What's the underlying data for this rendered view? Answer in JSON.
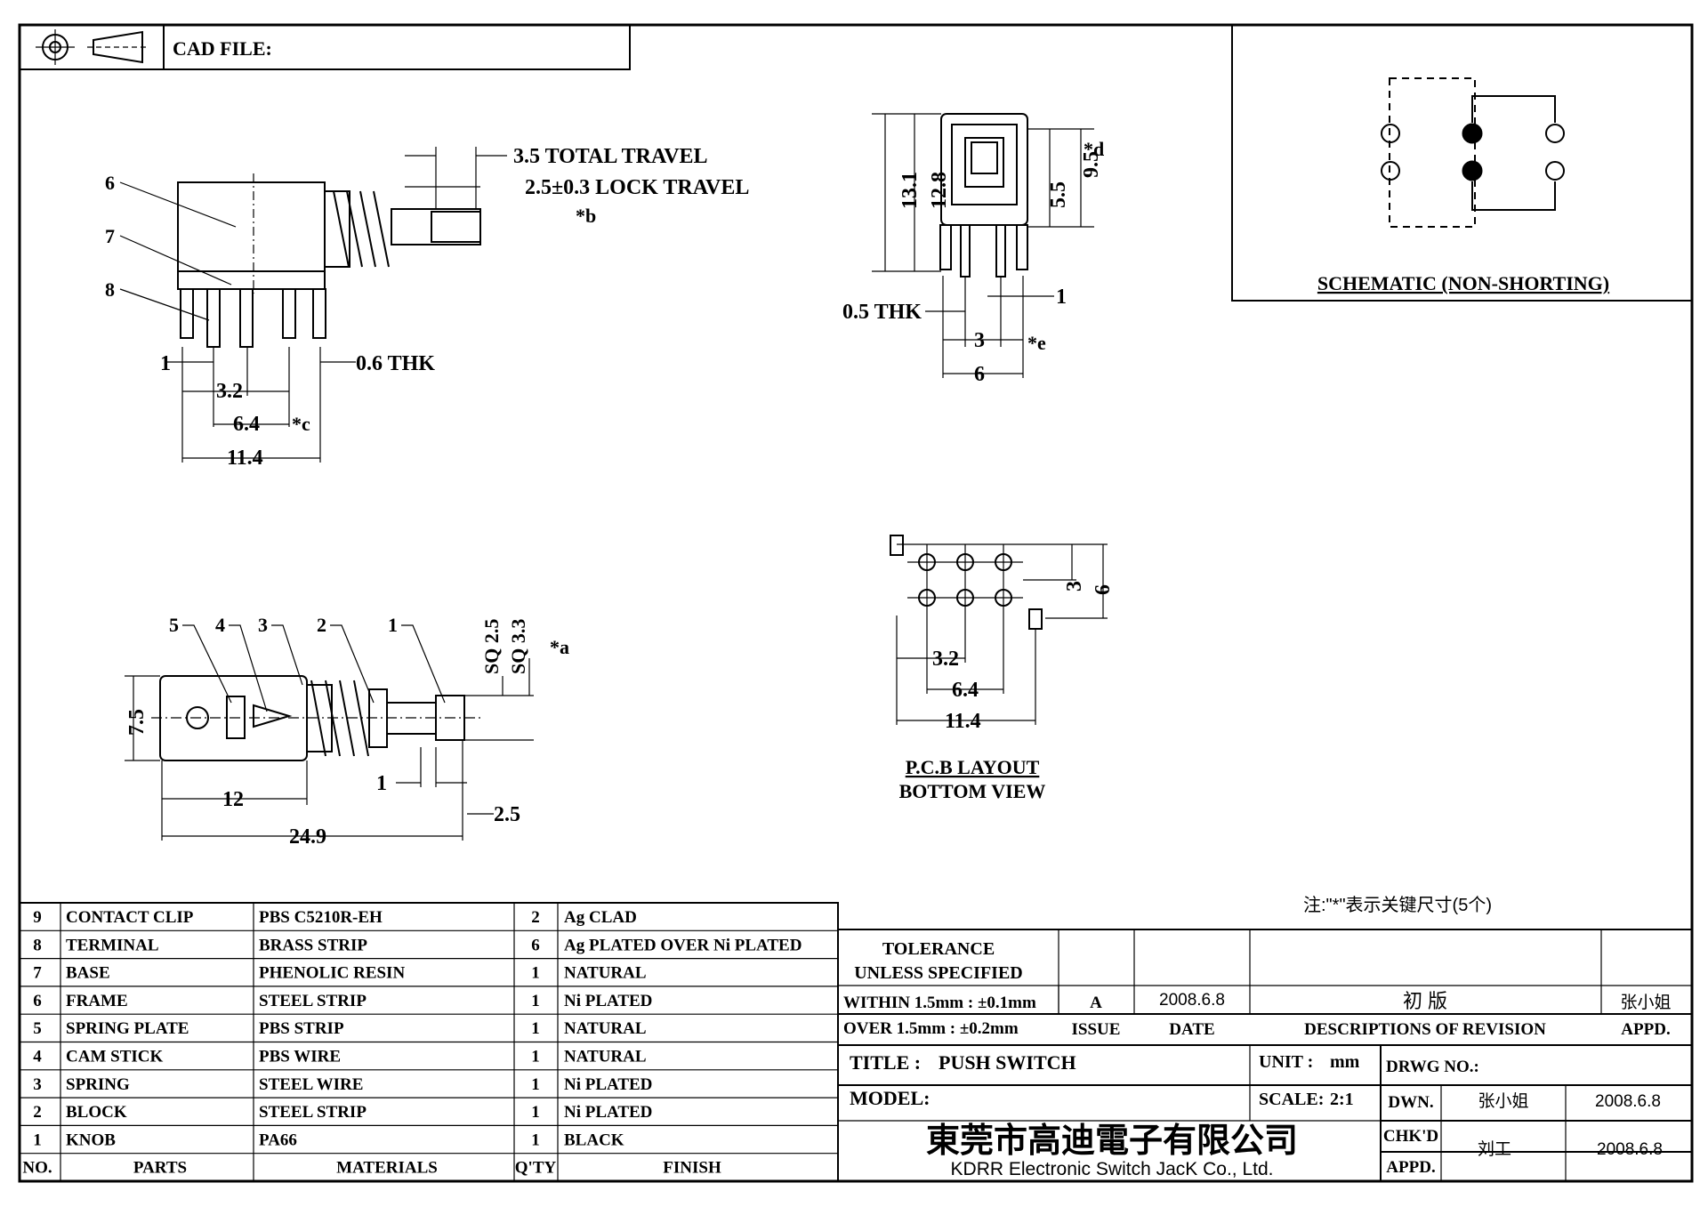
{
  "header": {
    "cad_file_label": "CAD FILE:"
  },
  "side_view": {
    "callouts": [
      "6",
      "7",
      "8"
    ],
    "total_travel": "3.5 TOTAL TRAVEL",
    "lock_travel": "2.5±0.3 LOCK TRAVEL",
    "lock_travel_mark": "*b",
    "dim_1": "1",
    "dim_0_6": "0.6 THK",
    "dim_3_2": "3.2",
    "dim_6_4": "6.4",
    "dim_6_4_mark": "*c",
    "dim_11_4": "11.4"
  },
  "front_view": {
    "dim_13_1": "13.1",
    "dim_12_8": "12.8",
    "dim_5_5": "5.5",
    "dim_9_5": "9.5",
    "dim_9_5_mark": "*d",
    "dim_0_5": "0.5 THK",
    "dim_1": "1",
    "dim_3": "3",
    "dim_3_mark": "*e",
    "dim_6": "6"
  },
  "top_view": {
    "callouts": [
      "5",
      "4",
      "3",
      "2",
      "1"
    ],
    "dim_sq25": "SQ 2.5",
    "dim_sq33": "SQ 3.3",
    "dim_sq33_mark": "*a",
    "dim_7_5": "7.5",
    "dim_12": "12",
    "dim_1": "1",
    "dim_2_5": "2.5",
    "dim_24_9": "24.9"
  },
  "pcb": {
    "dim_3": "3",
    "dim_6": "6",
    "dim_3_2": "3.2",
    "dim_6_4": "6.4",
    "dim_11_4": "11.4",
    "caption_1": "P.C.B LAYOUT",
    "caption_2": "BOTTOM VIEW"
  },
  "schematic": {
    "caption": "SCHEMATIC (NON-SHORTING)"
  },
  "note": "注:\"*\"表示关键尺寸(5个)",
  "bom": {
    "headers": [
      "NO.",
      "PARTS",
      "MATERIALS",
      "Q'TY",
      "FINISH"
    ],
    "rows": [
      {
        "no": "9",
        "part": "CONTACT CLIP",
        "material": "PBS C5210R-EH",
        "qty": "2",
        "finish": "Ag CLAD"
      },
      {
        "no": "8",
        "part": "TERMINAL",
        "material": "BRASS STRIP",
        "qty": "6",
        "finish": "Ag PLATED OVER Ni PLATED"
      },
      {
        "no": "7",
        "part": "BASE",
        "material": "PHENOLIC RESIN",
        "qty": "1",
        "finish": "NATURAL"
      },
      {
        "no": "6",
        "part": "FRAME",
        "material": "STEEL STRIP",
        "qty": "1",
        "finish": "Ni PLATED"
      },
      {
        "no": "5",
        "part": "SPRING PLATE",
        "material": "PBS STRIP",
        "qty": "1",
        "finish": "NATURAL"
      },
      {
        "no": "4",
        "part": "CAM STICK",
        "material": "PBS WIRE",
        "qty": "1",
        "finish": "NATURAL"
      },
      {
        "no": "3",
        "part": "SPRING",
        "material": "STEEL WIRE",
        "qty": "1",
        "finish": "Ni PLATED"
      },
      {
        "no": "2",
        "part": "BLOCK",
        "material": "STEEL STRIP",
        "qty": "1",
        "finish": "Ni PLATED"
      },
      {
        "no": "1",
        "part": "KNOB",
        "material": "PA66",
        "qty": "1",
        "finish": "BLACK"
      }
    ]
  },
  "title_block": {
    "tolerance_1": "TOLERANCE",
    "tolerance_2": "UNLESS SPECIFIED",
    "within": "WITHIN 1.5mm : ±0.1mm",
    "over": "OVER 1.5mm : ±0.2mm",
    "issue_value": "A",
    "date_value": "2008.6.8",
    "revision_value": "初    版",
    "appd_value": "张小姐",
    "issue_label": "ISSUE",
    "date_label": "DATE",
    "desc_label": "DESCRIPTIONS OF REVISION",
    "appd_label": "APPD.",
    "title_label": "TITLE :",
    "title_value": "PUSH SWITCH",
    "unit_label": "UNIT :",
    "unit_value": "mm",
    "drwg_label": "DRWG NO.:",
    "model_label": "MODEL:",
    "scale_label": "SCALE:",
    "scale_value": "2:1",
    "dwn_label": "DWN.",
    "dwn_name": "张小姐",
    "dwn_date": "2008.6.8",
    "chkd_label": "CHK'D",
    "chkd_name": "刘工",
    "chkd_date": "2008.6.8",
    "appd2_label": "APPD.",
    "company_cn": "東莞市高迪電子有限公司",
    "company_en": "KDRR Electronic Switch JacK Co., Ltd."
  }
}
